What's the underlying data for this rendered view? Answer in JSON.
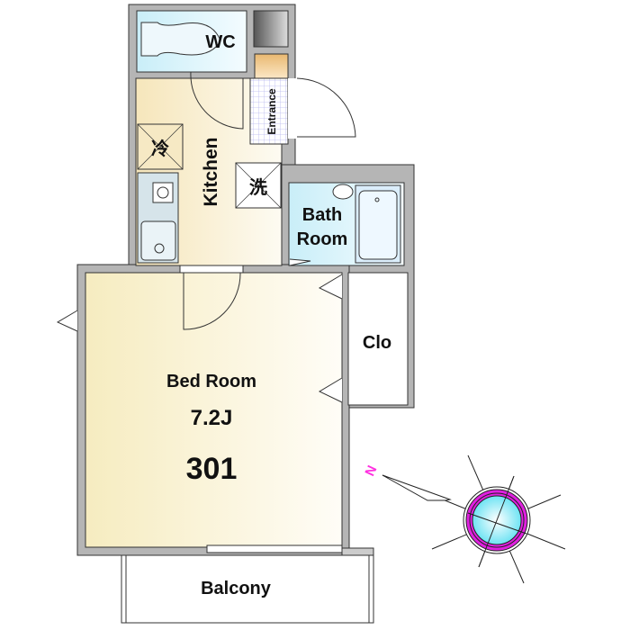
{
  "rooms": {
    "wc": "WC",
    "entrance": "Entrance",
    "kitchen": "Kitchen",
    "fridge": "冷",
    "washer": "洗",
    "bath_line1": "Bath",
    "bath_line2": "Room",
    "closet": "Clo",
    "bedroom": "Bed Room",
    "bedroom_size": "7.2J",
    "unit_number": "301",
    "balcony": "Balcony"
  },
  "compass": {
    "north_label": "N"
  },
  "colors": {
    "wall": "#b5b5b5",
    "wet_area": "#d8f3fb",
    "kitchen_floor": "#f6e9c4",
    "compass_ring": "#e020e0",
    "compass_center": "#7fe8f5",
    "north_label": "#ff30e0"
  }
}
